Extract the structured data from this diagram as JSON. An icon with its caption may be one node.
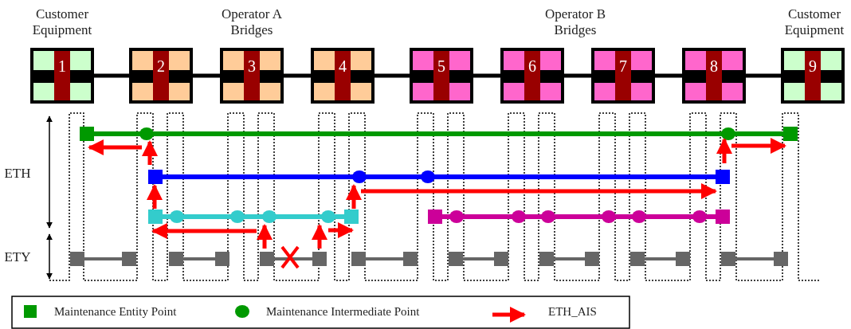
{
  "diagram": {
    "nodes": [
      {
        "text": [
          "1"
        ]
      },
      {
        "text": [
          "2"
        ]
      },
      {
        "text": [
          "3"
        ]
      },
      {
        "text": [
          "4"
        ]
      },
      {
        "text": [
          "5"
        ]
      },
      {
        "text": [
          "6"
        ]
      },
      {
        "text": [
          "7"
        ]
      },
      {
        "text": [
          "8"
        ]
      },
      {
        "text": [
          "9"
        ]
      }
    ],
    "edges": [
      {
        "from": 0,
        "to": 1,
        "arrow": "none"
      },
      {
        "from": 1,
        "to": 2,
        "arrow": "none"
      },
      {
        "from": 2,
        "to": 3,
        "arrow": "none"
      },
      {
        "from": 3,
        "to": 4,
        "arrow": "none"
      },
      {
        "from": 4,
        "to": 5,
        "arrow": "none"
      },
      {
        "from": 5,
        "to": 6,
        "arrow": "none"
      },
      {
        "from": 6,
        "to": 7,
        "arrow": "none"
      },
      {
        "from": 7,
        "to": 8,
        "arrow": "none"
      }
    ],
    "labels": [
      "Customer Equipment",
      "Operator A Bridges",
      "Operator B Bridges",
      "Customer Equipment",
      "ETH",
      "ETY"
    ],
    "legend": [
      {
        "text": "Maintenance Entity Point",
        "color": "#009900"
      },
      {
        "text": "Maintenance Intermediate Point"
      },
      {
        "text": "ETH_AIS"
      }
    ]
  }
}
